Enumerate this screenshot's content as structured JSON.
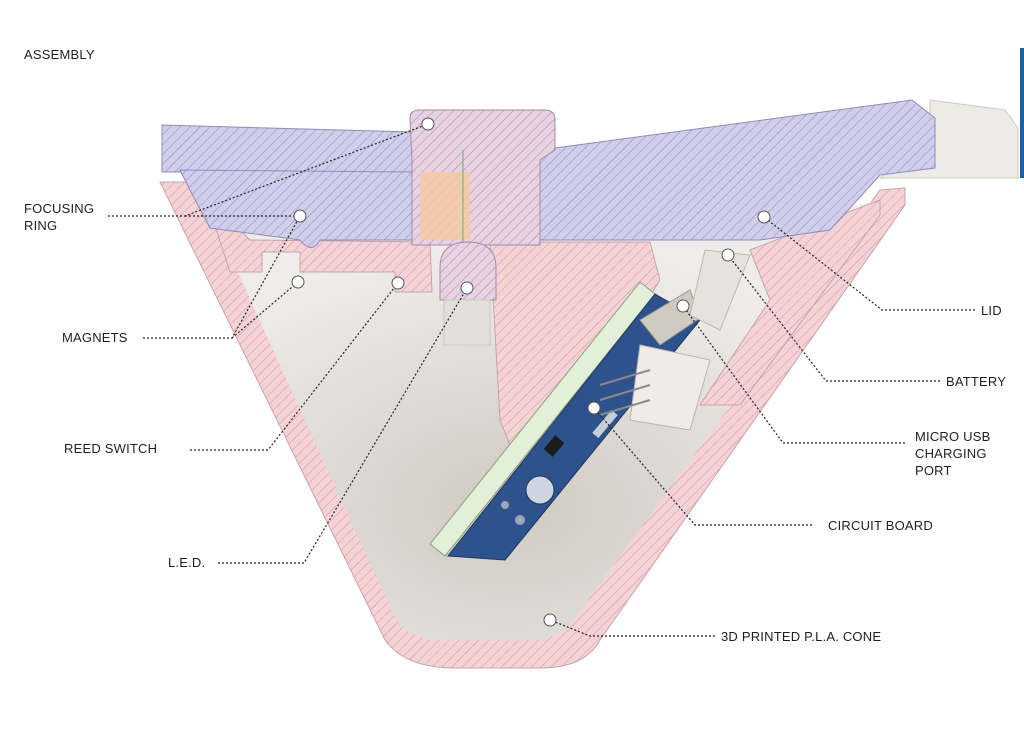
{
  "title": "ASSEMBLY",
  "labels": {
    "focusing_ring": "FOCUSING\nRING",
    "magnets": "MAGNETS",
    "reed_switch": "REED SWITCH",
    "led": "L.E.D.",
    "lid": "LID",
    "battery": "BATTERY",
    "micro_usb": "MICRO USB\nCHARGING\nPORT",
    "circuit_board": "CIRCUIT BOARD",
    "cone": "3D PRINTED P.L.A. CONE"
  },
  "colors": {
    "lid_hatch": "#c9c6e6",
    "cone_hatch": "#f2c9cf",
    "hatch_line_lid": "#8e8ab8",
    "hatch_line_cone": "#d98b96",
    "body_shade": "#e7e4de",
    "pcb": "#2c4f86",
    "leader": "#222222"
  }
}
